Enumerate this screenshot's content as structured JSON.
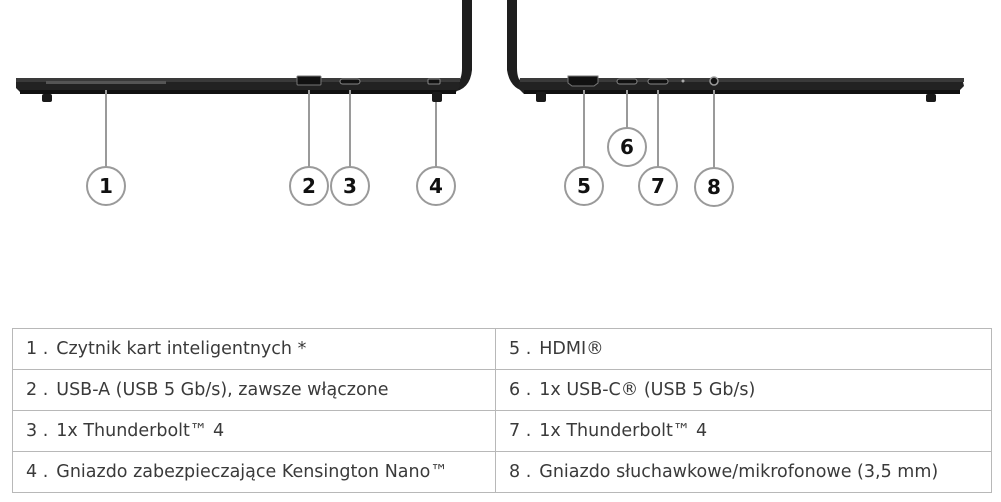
{
  "callouts": {
    "c1": "1",
    "c2": "2",
    "c3": "3",
    "c4": "4",
    "c5": "5",
    "c6": "6",
    "c7": "7",
    "c8": "8"
  },
  "ports": [
    {
      "number": "1 .",
      "label": "Czytnik kart inteligentnych *"
    },
    {
      "number": "2 .",
      "label": "USB-A (USB 5 Gb/s), zawsze włączone"
    },
    {
      "number": "3 .",
      "label": "1x Thunderbolt™ 4"
    },
    {
      "number": "4 .",
      "label": "Gniazdo zabezpieczające Kensington Nano™"
    },
    {
      "number": "5 .",
      "label": "HDMI®"
    },
    {
      "number": "6 .",
      "label": "1x USB-C® (USB 5 Gb/s)"
    },
    {
      "number": "7 .",
      "label": "1x Thunderbolt™ 4"
    },
    {
      "number": "8 .",
      "label": "Gniazdo słuchawkowe/mikrofonowe (3,5 mm)"
    }
  ],
  "colors": {
    "chassis": "#1e1e1e",
    "callout_stroke": "#9a9a9a",
    "table_border": "#b8b8b8"
  }
}
